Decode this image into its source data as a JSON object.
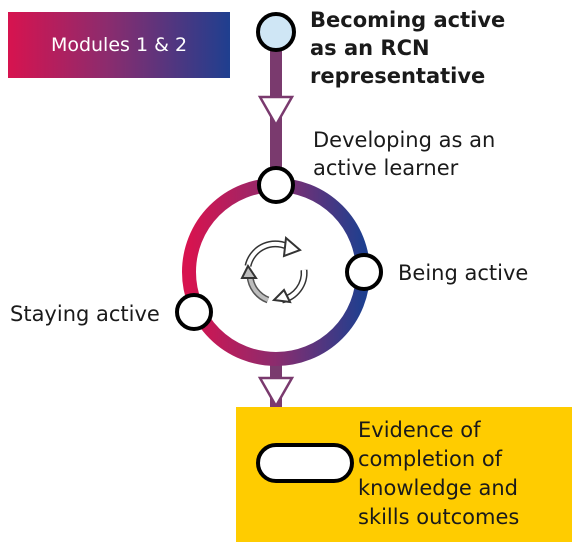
{
  "badge": {
    "text": "Modules 1 & 2"
  },
  "stages": {
    "becoming": [
      "Becoming active",
      "as an RCN",
      "representative"
    ],
    "developing": [
      "Developing as an",
      "active learner"
    ],
    "being": "Being active",
    "staying": "Staying active",
    "evidence": [
      "Evidence of",
      "completion of",
      "knowledge and",
      "skills outcomes"
    ]
  },
  "colors": {
    "stem": "#7a3a6e",
    "ring_left": "#d7134f",
    "ring_right": "#1f3f8f",
    "start_node_fill": "#cfe6f5",
    "evidence_fill": "#ffcc00"
  },
  "icons": {
    "center": "recycle-cycle-icon",
    "arrow": "down-arrow-icon"
  }
}
